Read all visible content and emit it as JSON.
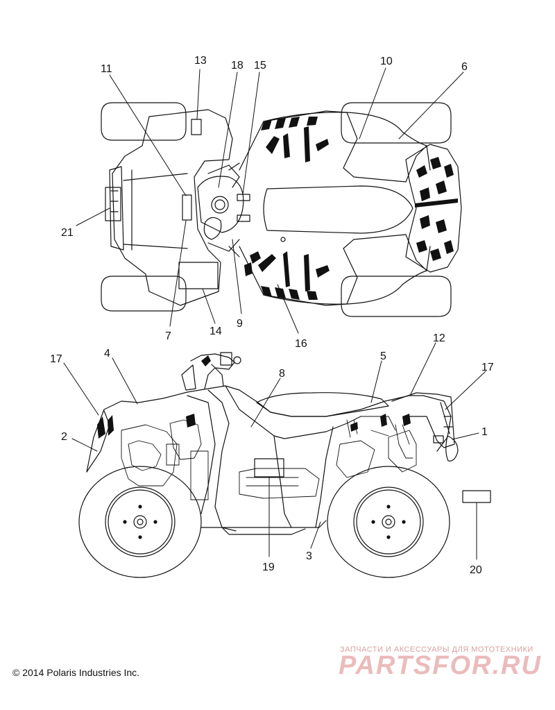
{
  "callouts": {
    "c1": "1",
    "c2": "2",
    "c3": "3",
    "c4": "4",
    "c5": "5",
    "c6": "6",
    "c7": "7",
    "c8": "8",
    "c9": "9",
    "c10": "10",
    "c11": "11",
    "c12": "12",
    "c13": "13",
    "c14": "14",
    "c15": "15",
    "c16": "16",
    "c17a": "17",
    "c17b": "17",
    "c18": "18",
    "c19": "19",
    "c20": "20",
    "c21": "21"
  },
  "footer": {
    "copyright": "© 2014 Polaris Industries Inc."
  },
  "watermark": {
    "tagline": "ЗАПЧАСТИ И АКСЕССУАРЫ ДЛЯ МОТОТЕХНИКИ",
    "brand": "PARTSFOR.RU"
  }
}
